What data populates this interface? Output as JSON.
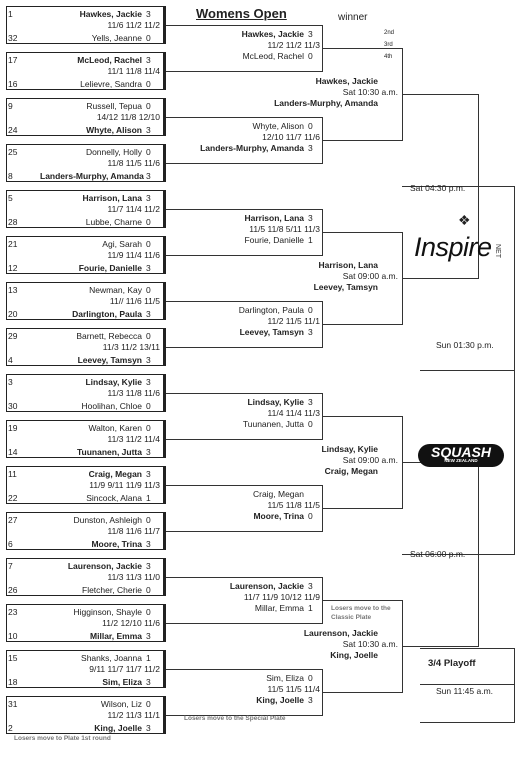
{
  "title": "Womens Open",
  "legend": {
    "winner": "winner",
    "second": "2nd",
    "third": "3rd",
    "fourth": "4th"
  },
  "round1": [
    {
      "seed_a": "1",
      "a": "Hawkes, Jackie",
      "sa": "3",
      "score": "11/6 11/2 11/2",
      "seed_b": "32",
      "b": "Yells, Jeanne",
      "sb": "0"
    },
    {
      "seed_a": "17",
      "a": "McLeod, Rachel",
      "sa": "3",
      "score": "11/1 11/8 11/4",
      "seed_b": "16",
      "b": "Lelievre, Sandra",
      "sb": "0"
    },
    {
      "seed_a": "9",
      "a": "Russell, Tepua",
      "sa": "0",
      "score": "14/12 11/8 12/10",
      "seed_b": "24",
      "b": "Whyte, Alison",
      "sb": "3"
    },
    {
      "seed_a": "25",
      "a": "Donnelly, Holly",
      "sa": "0",
      "score": "11/8 11/5 11/6",
      "seed_b": "8",
      "b": "Landers-Murphy, Amanda",
      "sb": "3"
    },
    {
      "seed_a": "5",
      "a": "Harrison, Lana",
      "sa": "3",
      "score": "11/7 11/4 11/2",
      "seed_b": "28",
      "b": "Lubbe, Charne",
      "sb": "0"
    },
    {
      "seed_a": "21",
      "a": "Agi, Sarah",
      "sa": "0",
      "score": "11/9 11/4 11/6",
      "seed_b": "12",
      "b": "Fourie, Danielle",
      "sb": "3"
    },
    {
      "seed_a": "13",
      "a": "Newman, Kay",
      "sa": "0",
      "score": "11// 11/6 11/5",
      "seed_b": "20",
      "b": "Darlington, Paula",
      "sb": "3"
    },
    {
      "seed_a": "29",
      "a": "Barnett, Rebecca",
      "sa": "0",
      "score": "11/3 11/2 13/11",
      "seed_b": "4",
      "b": "Leevey, Tamsyn",
      "sb": "3"
    },
    {
      "seed_a": "3",
      "a": "Lindsay, Kylie",
      "sa": "3",
      "score": "11/3 11/8 11/6",
      "seed_b": "30",
      "b": "Hoolihan, Chloe",
      "sb": "0"
    },
    {
      "seed_a": "19",
      "a": "Walton, Karen",
      "sa": "0",
      "score": "11/3 11/2 11/4",
      "seed_b": "14",
      "b": "Tuunanen, Jutta",
      "sb": "3"
    },
    {
      "seed_a": "11",
      "a": "Craig, Megan",
      "sa": "3",
      "score": "11/9 9/11 11/9 11/3",
      "seed_b": "22",
      "b": "Sincock, Alana",
      "sb": "1"
    },
    {
      "seed_a": "27",
      "a": "Dunston, Ashleigh",
      "sa": "0",
      "score": "11/8 11/6 11/7",
      "seed_b": "6",
      "b": "Moore, Trina",
      "sb": "3"
    },
    {
      "seed_a": "7",
      "a": "Laurenson, Jackie",
      "sa": "3",
      "score": "11/3 11/3 11/0",
      "seed_b": "26",
      "b": "Fletcher, Cherie",
      "sb": "0"
    },
    {
      "seed_a": "23",
      "a": "Higginson, Shayle",
      "sa": "0",
      "score": "11/2 12/10 11/6",
      "seed_b": "10",
      "b": "Millar, Emma",
      "sb": "3"
    },
    {
      "seed_a": "15",
      "a": "Shanks, Joanna",
      "sa": "1",
      "score": "9/11 11/7 11/7 11/2",
      "seed_b": "18",
      "b": "Sim, Eliza",
      "sb": "3"
    },
    {
      "seed_a": "31",
      "a": "Wilson, Liz",
      "sa": "0",
      "score": "11/2 11/3 11/1",
      "seed_b": "2",
      "b": "King, Joelle",
      "sb": "3"
    }
  ],
  "round2": [
    {
      "a": "Hawkes, Jackie",
      "sa": "3",
      "score": "11/2 11/2 11/3",
      "b": "McLeod, Rachel",
      "sb": "0"
    },
    {
      "a": "Whyte, Alison",
      "sa": "0",
      "score": "12/10 11/7 11/6",
      "b": "Landers-Murphy, Amanda",
      "sb": "3"
    },
    {
      "a": "Harrison, Lana",
      "sa": "3",
      "score": "11/5 11/8 5/11 11/3",
      "b": "Fourie, Danielle",
      "sb": "1"
    },
    {
      "a": "Darlington, Paula",
      "sa": "0",
      "score": "11/2 11/5 11/1",
      "b": "Leevey, Tamsyn",
      "sb": "3"
    },
    {
      "a": "Lindsay, Kylie",
      "sa": "3",
      "score": "11/4 11/4 11/3",
      "b": "Tuunanen, Jutta",
      "sb": "0"
    },
    {
      "a": "Craig, Megan",
      "sa": "",
      "score": "11/5 11/8 11/5",
      "b": "Moore, Trina",
      "sb": "0"
    },
    {
      "a": "Laurenson, Jackie",
      "sa": "3",
      "score": "11/7 11/9 10/12 11/9",
      "b": "Millar, Emma",
      "sb": "1"
    },
    {
      "a": "Sim, Eliza",
      "sa": "0",
      "score": "11/5 11/5 11/4",
      "b": "King, Joelle",
      "sb": "3"
    }
  ],
  "qf": [
    {
      "a": "Hawkes, Jackie",
      "time": "Sat 10:30 a.m.",
      "b": "Landers-Murphy, Amanda"
    },
    {
      "a": "Harrison, Lana",
      "time": "Sat 09:00 a.m.",
      "b": "Leevey, Tamsyn"
    },
    {
      "a": "Lindsay, Kylie",
      "time": "Sat 09:00 a.m.",
      "b": "Craig, Megan"
    },
    {
      "a": "Laurenson, Jackie",
      "time": "Sat 10:30 a.m.",
      "b": "King, Joelle"
    }
  ],
  "sf": [
    "Sat 04:30 p.m.",
    "Sat 06:00 p.m."
  ],
  "final": "Sun 01:30 p.m.",
  "playoff": {
    "label": "3/4 Playoff",
    "time": "Sun 11:45 a.m."
  },
  "notes": {
    "classic": "Losers move to the Classic Plate",
    "special": "Losers move to the Special Plate",
    "plate": "Losers move to Plate 1st round"
  },
  "sponsors": {
    "inspire": "Inspire",
    "net": "NET",
    "squash": "SQUASH",
    "squash_sub": "NEW ZEALAND"
  }
}
